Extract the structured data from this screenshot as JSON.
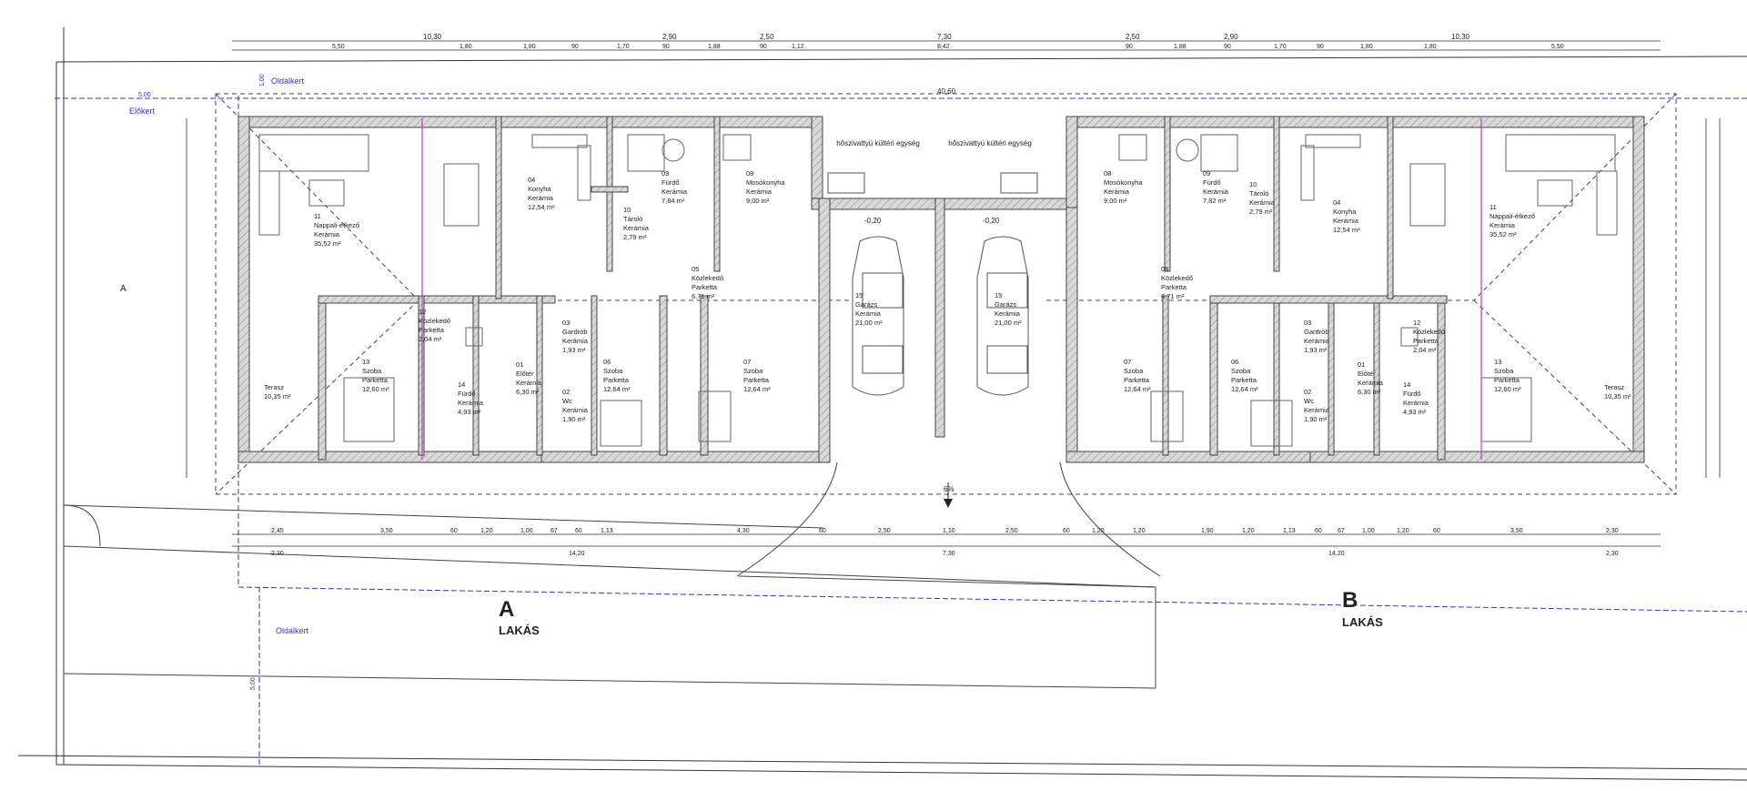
{
  "colors": {
    "wall": "#555555",
    "wall_fill": "#cfcfcf",
    "line": "#333333",
    "blue": "#3333cc",
    "magenta": "#cc33cc",
    "room_bg": "#f4f4f4"
  },
  "labels": {
    "oldalkert_top": "Oldalkert",
    "elokert": "Előkert",
    "oldalkert_bottom": "Oldalkert",
    "hoszivattyu_a": "hőszivattyú kültéri egység",
    "hoszivattyu_b": "hőszivattyú kültéri egység",
    "unit_a_letter": "A",
    "unit_a_word": "LAKÁS",
    "unit_b_letter": "B",
    "unit_b_word": "LAKÁS",
    "section_mark": "A",
    "slope": "6%",
    "ground_level_a": "-0,20",
    "ground_level_b": "-0,20"
  },
  "dims_top": [
    "10,30",
    "2,90",
    "2,50",
    "7,30",
    "2,50",
    "2,90",
    "10,30"
  ],
  "dims_top2": [
    "5,50",
    "1,80",
    "1,80",
    "90",
    "1,70",
    "90",
    "1,88",
    "90",
    "1,12",
    "8,42",
    "90",
    "1,88",
    "90",
    "1,70",
    "90",
    "1,80",
    "1,80",
    "5,50"
  ],
  "dims_bottom": [
    "2,45",
    "3,50",
    "60",
    "1,20",
    "1,00",
    "67",
    "60",
    "1,13",
    "4,30",
    "60",
    "2,50",
    "1,10",
    "2,50",
    "60",
    "1,20",
    "1,20",
    "1,90",
    "1,20",
    "1,13",
    "60",
    "67",
    "1,00",
    "1,20",
    "60",
    "3,50",
    "2,30"
  ],
  "dims_bottom2": [
    "2,30",
    "14,20",
    "7,30",
    "14,20",
    "2,30"
  ],
  "dim_overall": "40,60",
  "dim_side": [
    "1,00",
    "5,00",
    "5,00"
  ],
  "rooms_a": [
    {
      "no": "11",
      "name": "Nappali-étkező",
      "floor": "Kerámia",
      "area": "35,52 m²"
    },
    {
      "no": "04",
      "name": "Konyha",
      "floor": "Kerámia",
      "area": "12,54 m²"
    },
    {
      "no": "09",
      "name": "Fürdő",
      "floor": "Kerámia",
      "area": "7,84 m²"
    },
    {
      "no": "08",
      "name": "Mosókonyha",
      "floor": "Kerámia",
      "area": "9,00 m²"
    },
    {
      "no": "10",
      "name": "Tároló",
      "floor": "Kerámia",
      "area": "2,79 m²"
    },
    {
      "no": "05",
      "name": "Közlekedő",
      "floor": "Parketta",
      "area": "6,71 m²"
    },
    {
      "no": "12",
      "name": "Közlekedő",
      "floor": "Parketta",
      "area": "2,04 m²"
    },
    {
      "no": "13",
      "name": "Szoba",
      "floor": "Parketta",
      "area": "12,60 m²"
    },
    {
      "no": "14",
      "name": "Fürdő",
      "floor": "Kerámia",
      "area": "4,93 m²"
    },
    {
      "no": "01",
      "name": "Előtér",
      "floor": "Kerámia",
      "area": "6,30 m²"
    },
    {
      "no": "03",
      "name": "Gardrób",
      "floor": "Kerámia",
      "area": "1,93 m²"
    },
    {
      "no": "02",
      "name": "Wc",
      "floor": "Kerámia",
      "area": "1,90 m²"
    },
    {
      "no": "06",
      "name": "Szoba",
      "floor": "Parketta",
      "area": "12,64 m²"
    },
    {
      "no": "07",
      "name": "Szoba",
      "floor": "Parketta",
      "area": "12,64 m²"
    },
    {
      "no": "15",
      "name": "Garázs",
      "floor": "Kerámia",
      "area": "21,00 m²"
    },
    {
      "no": "",
      "name": "Terasz",
      "floor": "",
      "area": "10,35 m²"
    }
  ],
  "rooms_b": [
    {
      "no": "15",
      "name": "Garázs",
      "floor": "Kerámia",
      "area": "21,00 m²"
    },
    {
      "no": "08",
      "name": "Mosókonyha",
      "floor": "Kerámia",
      "area": "9,00 m²"
    },
    {
      "no": "09",
      "name": "Fürdő",
      "floor": "Kerámia",
      "area": "7,82 m²"
    },
    {
      "no": "10",
      "name": "Tároló",
      "floor": "Kerámia",
      "area": "2,79 m²"
    },
    {
      "no": "04",
      "name": "Konyha",
      "floor": "Kerámia",
      "area": "12,54 m²"
    },
    {
      "no": "11",
      "name": "Nappali-étkező",
      "floor": "Kerámia",
      "area": "35,52 m²"
    },
    {
      "no": "05",
      "name": "Közlekedő",
      "floor": "Parketta",
      "area": "6,71 m²"
    },
    {
      "no": "07",
      "name": "Szoba",
      "floor": "Parketta",
      "area": "12,64 m²"
    },
    {
      "no": "06",
      "name": "Szoba",
      "floor": "Parketta",
      "area": "12,64 m²"
    },
    {
      "no": "03",
      "name": "Gardrób",
      "floor": "Kerámia",
      "area": "1,93 m²"
    },
    {
      "no": "01",
      "name": "Előtér",
      "floor": "Kerámia",
      "area": "6,30 m²"
    },
    {
      "no": "02",
      "name": "Wc",
      "floor": "Kerámia",
      "area": "1,90 m²"
    },
    {
      "no": "12",
      "name": "Közlekedő",
      "floor": "Parketta",
      "area": "2,04 m²"
    },
    {
      "no": "14",
      "name": "Fürdő",
      "floor": "Kerámia",
      "area": "4,93 m²"
    },
    {
      "no": "13",
      "name": "Szoba",
      "floor": "Parketta",
      "area": "12,60 m²"
    },
    {
      "no": "",
      "name": "Terasz",
      "floor": "",
      "area": "10,35 m²"
    }
  ]
}
